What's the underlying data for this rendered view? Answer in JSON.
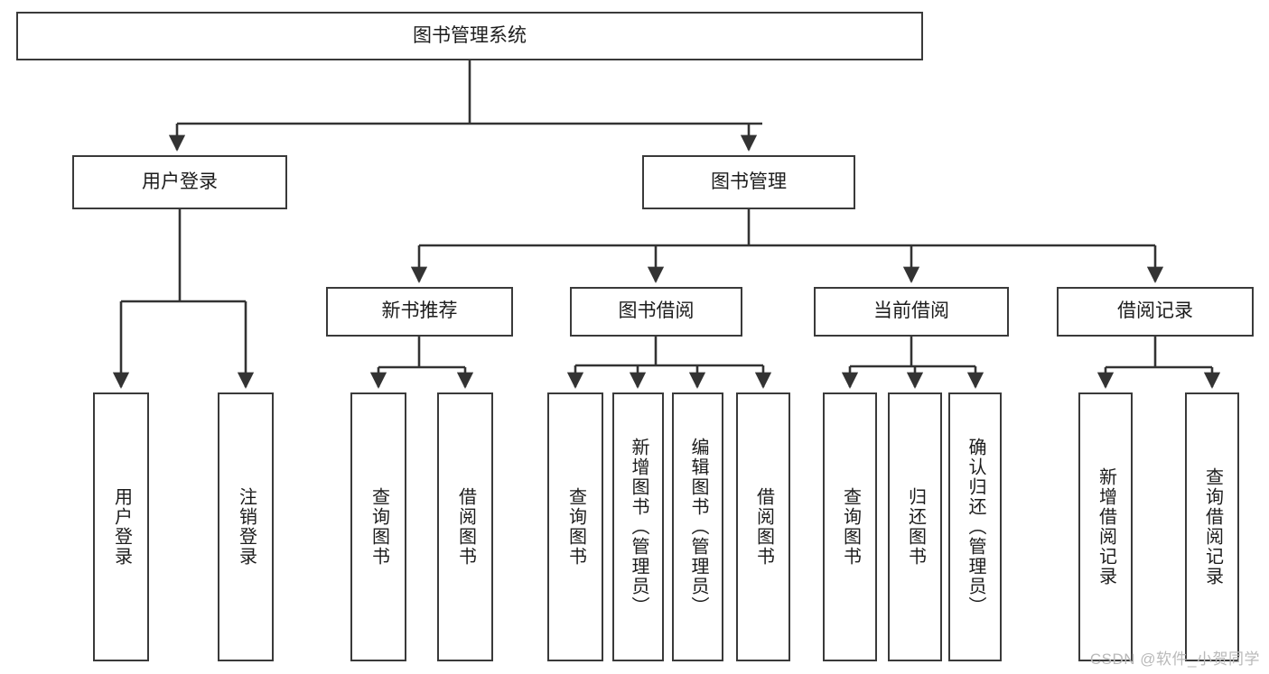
{
  "diagram": {
    "title": "图书管理系统",
    "type": "tree-hierarchy",
    "root": {
      "label": "图书管理系统"
    },
    "level2": [
      {
        "label": "用户登录"
      },
      {
        "label": "图书管理"
      }
    ],
    "level3": [
      {
        "label": "新书推荐"
      },
      {
        "label": "图书借阅"
      },
      {
        "label": "当前借阅"
      },
      {
        "label": "借阅记录"
      }
    ],
    "leaves": [
      {
        "label": "用户登录",
        "parent": "用户登录"
      },
      {
        "label": "注销登录",
        "parent": "用户登录"
      },
      {
        "label": "查询图书",
        "parent": "新书推荐"
      },
      {
        "label": "借阅图书",
        "parent": "新书推荐"
      },
      {
        "label": "查询图书",
        "parent": "图书借阅"
      },
      {
        "label": "新增图书（管理员）",
        "parent": "图书借阅"
      },
      {
        "label": "编辑图书（管理员）",
        "parent": "图书借阅"
      },
      {
        "label": "借阅图书",
        "parent": "图书借阅"
      },
      {
        "label": "查询图书",
        "parent": "当前借阅"
      },
      {
        "label": "归还图书",
        "parent": "当前借阅"
      },
      {
        "label": "确认归还（管理员）",
        "parent": "当前借阅"
      },
      {
        "label": "新增借阅记录",
        "parent": "借阅记录"
      },
      {
        "label": "查询借阅记录",
        "parent": "借阅记录"
      }
    ]
  },
  "watermark": {
    "text": "CSDN @软件_小贺同学"
  },
  "colors": {
    "border": "#3a3a3a",
    "text": "#1c1c1c",
    "background": "#ffffff",
    "watermark": "#b9b9b9"
  }
}
